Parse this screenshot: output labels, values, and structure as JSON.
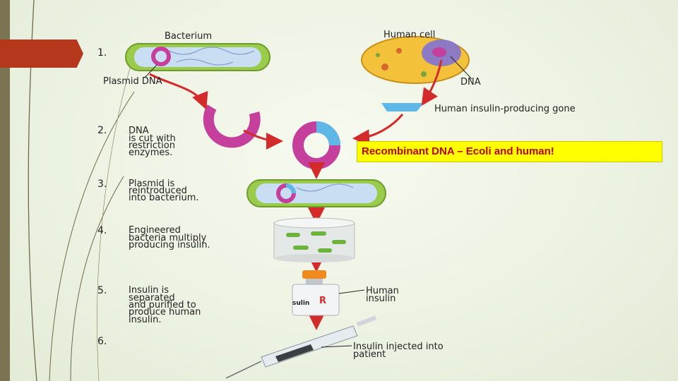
{
  "labels": {
    "bacterium": "Bacterium",
    "plasmid_dna": "Plasmid DNA",
    "human_cell": "Human cell",
    "dna": "DNA",
    "gene": "Human insulin-producing gone",
    "human_insulin_1": "Human",
    "human_insulin_2": "insulin",
    "vial_label": "sulin",
    "rx": "R",
    "injected_1": "Insulin injected into",
    "injected_2": "patient"
  },
  "steps": [
    {
      "num": "1.",
      "lines": []
    },
    {
      "num": "2.",
      "lines": [
        "DNA",
        "is cut with",
        "restriction",
        "enzymes."
      ]
    },
    {
      "num": "3.",
      "lines": [
        "Plasmid is",
        "reintroduced",
        "into bacterium."
      ]
    },
    {
      "num": "4.",
      "lines": [
        "Engineered",
        "bacteria multiply",
        "producing insulin."
      ]
    },
    {
      "num": "5.",
      "lines": [
        "Insulin is",
        "separated",
        "and purified to",
        "produce human",
        "insulin."
      ]
    },
    {
      "num": "6.",
      "lines": []
    }
  ],
  "banner": "Recombinant DNA – Ecoli and human!",
  "colors": {
    "plasmid": "#c4409c",
    "gene": "#5fb7e8",
    "arrow": "#d32b2b",
    "bacterium": "#9acb4a",
    "accent_tab": "#b5371c",
    "banner_bg": "#ffff00",
    "banner_text": "#c00000"
  }
}
